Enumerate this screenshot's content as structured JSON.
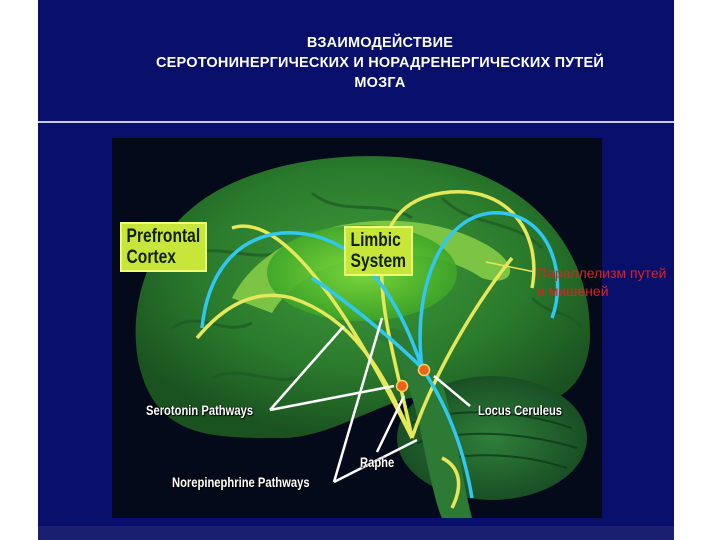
{
  "title": {
    "line1": "ВЗАИМОДЕЙСТВИЕ",
    "line2": "СЕРОТОНИНЕРГИЧЕСКИХ И НОРАДРЕНЕРГИЧЕСКИХ ПУТЕЙ",
    "line3": "МОЗГА"
  },
  "figure_labels": {
    "prefrontal_cortex": "Prefrontal\nCortex",
    "limbic_system": "Limbic\nSystem",
    "serotonin_pathways": "Serotonin Pathways",
    "locus_ceruleus": "Locus Ceruleus",
    "raphe": "Raphe",
    "norepinephrine_pathways": "Norepinephrine Pathways"
  },
  "annotation": "Параллелизм путей и мишеней",
  "colors": {
    "slide_background": "#08106b",
    "serotonin_path": "#e6e85a",
    "norepinephrine_path": "#30c8f0",
    "label_fill": "#c8e63a",
    "annotation_text": "#e02020"
  }
}
